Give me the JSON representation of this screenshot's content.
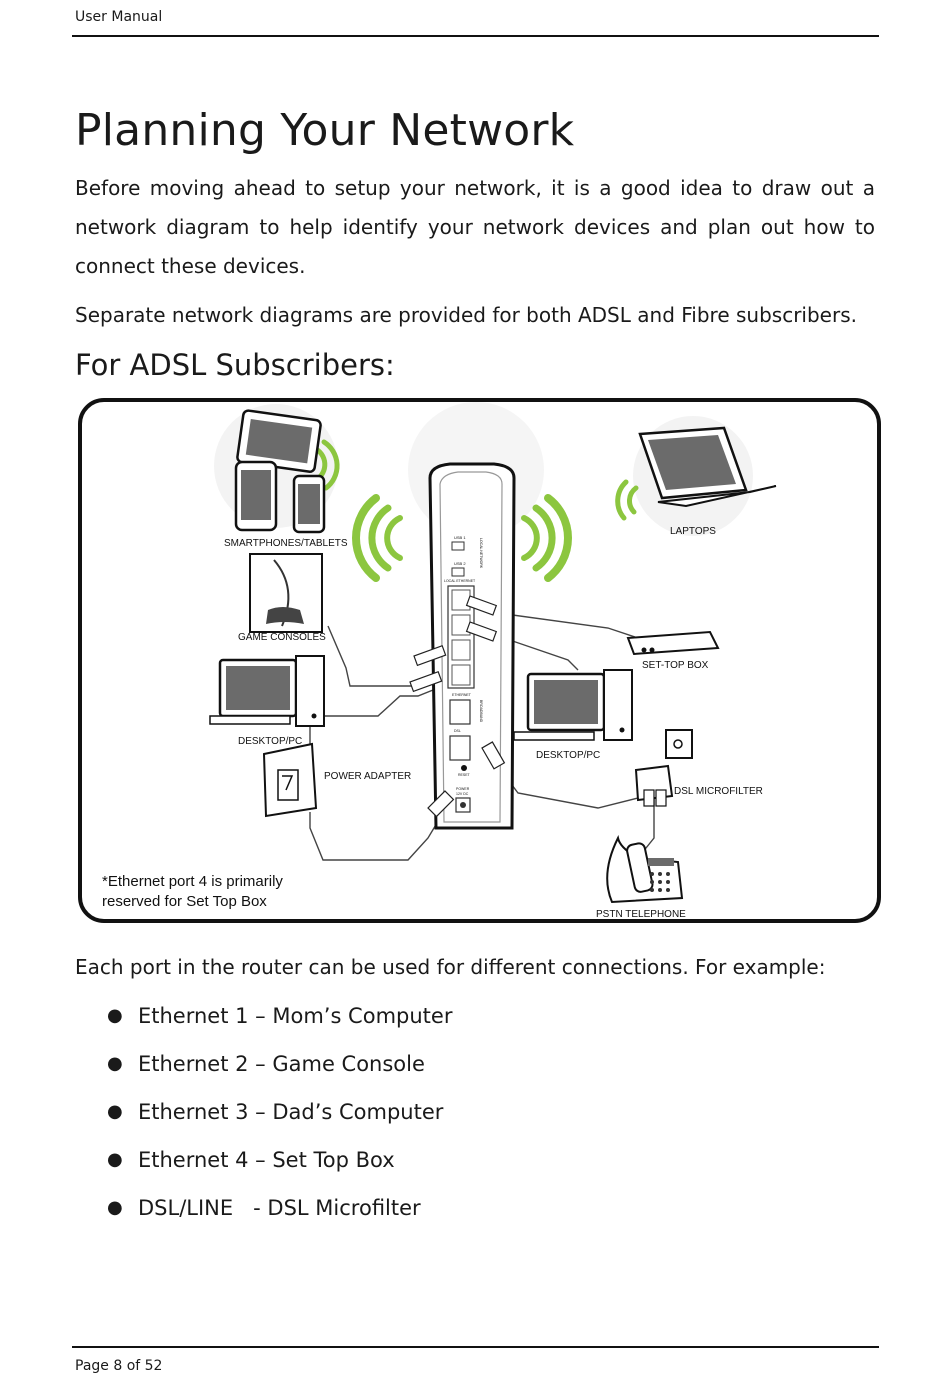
{
  "header": {
    "label": "User Manual"
  },
  "title": "Planning Your Network",
  "intro": [
    "Before moving ahead to setup your network, it is a good idea to draw out a network diagram to help identify your network devices and plan out how to connect these devices.",
    "Separate network diagrams are provided for both ADSL and Fibre subscribers."
  ],
  "subheading": "For ADSL Subscribers:",
  "diagram": {
    "labels": {
      "smartphones": "SMARTPHONES/TABLETS",
      "laptops": "LAPTOPS",
      "game_consoles": "GAME CONSOLES",
      "set_top_box": "SET-TOP BOX",
      "desktop_left": "DESKTOP/PC",
      "desktop_right": "DESKTOP/PC",
      "power_adapter": "POWER ADAPTER",
      "dsl_microfilter": "DSL MICROFILTER",
      "pstn_telephone": "PSTN TELEPHONE"
    },
    "router_labels": {
      "usb1": "USB 1",
      "usb2": "USB 2",
      "local_ethernet": "LOCAL ETHERNET",
      "local_network": "LOCAL NETWORK",
      "ethernet": "ETHERNET",
      "dsl": "DSL",
      "broadband": "BROADBAND",
      "reset": "RESET",
      "power": "POWER",
      "power_spec": "12V DC"
    },
    "note_lines": [
      "*Ethernet port 4 is primarily",
      "reserved for Set Top Box"
    ],
    "accent_color": "#8cc63f"
  },
  "example_intro": "Each port in the router can be used for different connections. For example:",
  "bullets": [
    "Ethernet 1 – Mom’s Computer",
    "Ethernet 2 – Game Console",
    "Ethernet 3 – Dad’s Computer",
    "Ethernet 4 – Set Top Box",
    "DSL/LINE   - DSL Microfilter"
  ],
  "footer": {
    "page_label": "Page 8  of 52"
  }
}
